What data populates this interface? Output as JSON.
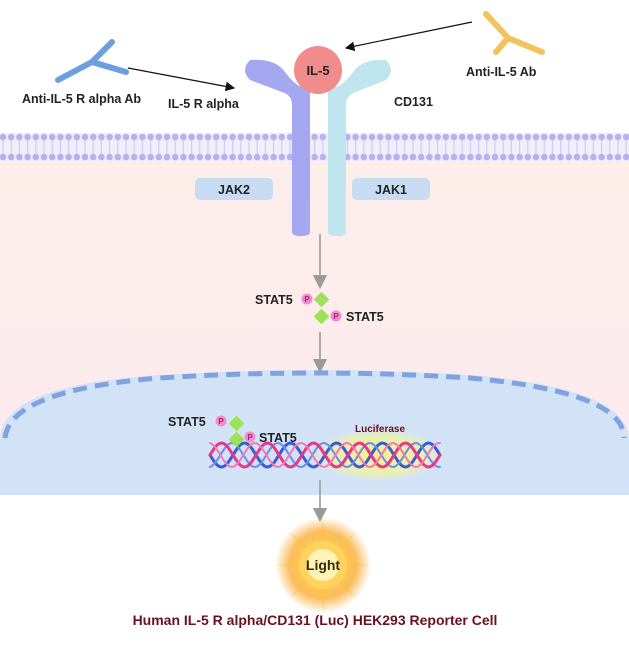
{
  "labels": {
    "anti_receptor_ab": "Anti-IL-5 R alpha Ab",
    "anti_ligand_ab": "Anti-IL-5 Ab",
    "ligand": "IL-5",
    "receptor_alpha": "IL-5 R alpha",
    "receptor_beta": "CD131",
    "jak_left": "JAK2",
    "jak_right": "JAK1",
    "stat_upper": "STAT5",
    "stat_lower": "STAT5",
    "phospho": "P",
    "nuc_stat_upper": "STAT5",
    "nuc_stat_lower": "STAT5",
    "reporter_gene": "Luciferase",
    "output": "Light",
    "caption": "Human IL-5 R alpha/CD131 (Luc) HEK293 Reporter Cell"
  },
  "colors": {
    "receptor_alpha": "#a3a8f0",
    "receptor_beta": "#bfe6ef",
    "ligand": "#f28b8b",
    "antibody_receptor": "#6d9ee0",
    "antibody_ligand": "#f2c25c",
    "jak": "#c7dcf3",
    "stat": "#9ee05a",
    "phospho": "#f08ecb",
    "nucleus": "#cfe0f6",
    "caption": "#6b1020",
    "dna_pink": "#e8368c",
    "dna_blue": "#3a5bd9",
    "glow": "#f7a21b"
  },
  "icons": {
    "antibody": "y-shaped-antibody",
    "light": "starburst-glow"
  }
}
